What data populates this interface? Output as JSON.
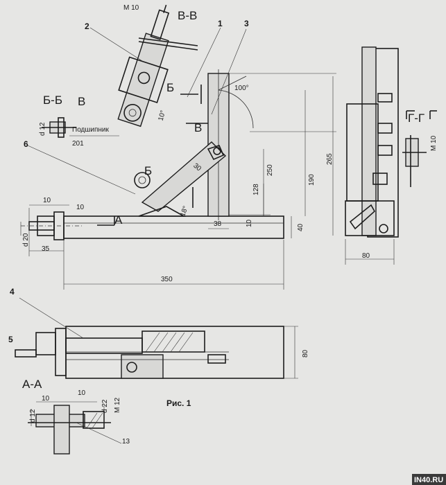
{
  "caption": "Рис. 1",
  "watermark": "IN40.RU",
  "bearing_label": "Подшипник",
  "section_labels": {
    "vv": "В-В",
    "bb": "Б-Б",
    "gg": "Г-Г",
    "aa": "А-А",
    "b": "Б",
    "v": "В",
    "a": "А",
    "b2": "Б",
    "v2": "В"
  },
  "part_numbers": {
    "p1": "1",
    "p2": "2",
    "p3": "3",
    "p4": "4",
    "p5": "5",
    "p6": "6",
    "p13": "13"
  },
  "dimensions": {
    "m10_top": "М 10",
    "angle_100": "100°",
    "angle_10": "10°",
    "angle_18": "18°",
    "d12_bb": "d 12",
    "d201": "201",
    "d30": "30",
    "d250": "250",
    "d128": "128",
    "d190": "190",
    "d265": "265",
    "d38": "38",
    "d10_right": "10",
    "d40": "40",
    "d10_a": "10",
    "d10_b": "10",
    "d20": "d 20",
    "d35": "35",
    "d350": "350",
    "d80_side": "80",
    "m10_side": "М 10",
    "d80_plan": "80",
    "d12_aa": "d 12",
    "d10_aa1": "10",
    "d10_aa2": "10",
    "d22": "d 22",
    "m12": "М 12"
  }
}
